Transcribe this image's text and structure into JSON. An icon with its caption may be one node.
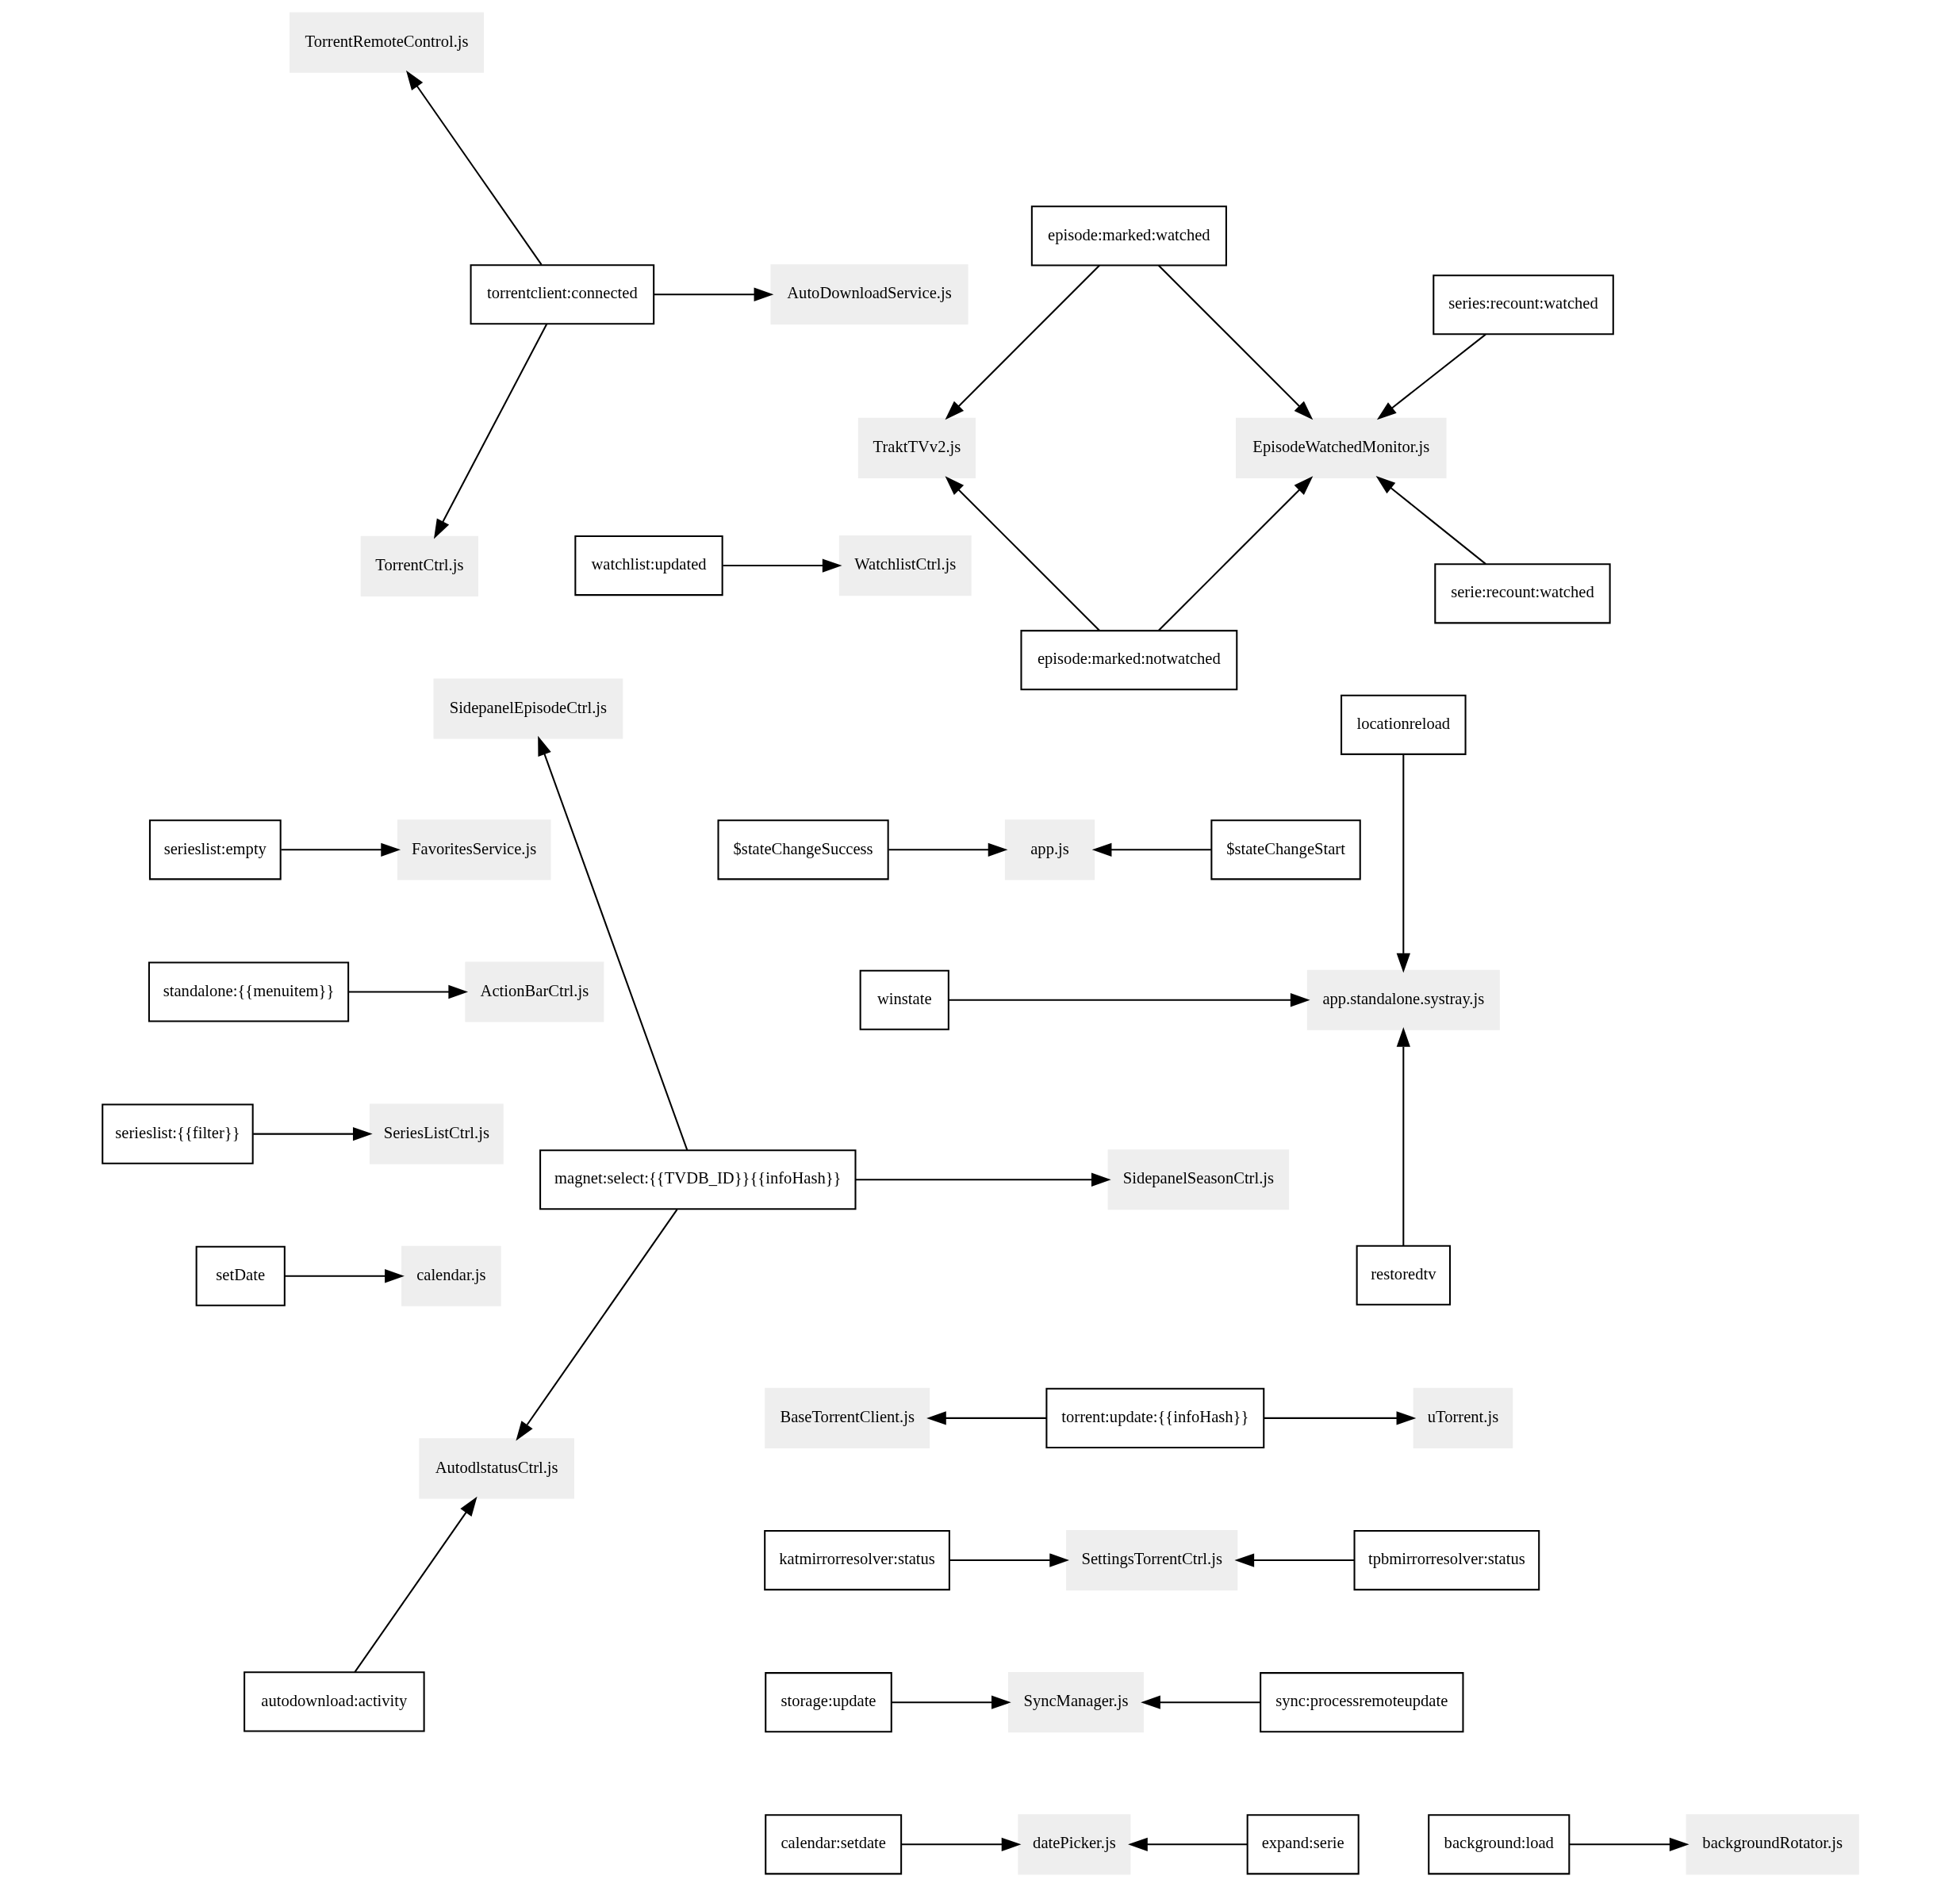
{
  "diagram": {
    "nodes": [
      {
        "text": [
          "magnet:select:{{TVDB_ID}}{{infoHash}}"
        ]
      },
      {
        "text": [
          "autodownload:activity"
        ]
      },
      {
        "text": [
          "SidepanelSeasonCtrl.js"
        ]
      },
      {
        "text": [
          "SidepanelEpisodeCtrl.js"
        ]
      },
      {
        "text": [
          "AutodlstatusCtrl.js"
        ]
      },
      {
        "text": [
          "standalone:{{menuitem}}"
        ]
      },
      {
        "text": [
          "ActionBarCtrl.js"
        ]
      },
      {
        "text": [
          "winstate"
        ]
      },
      {
        "text": [
          "restoredtv"
        ]
      },
      {
        "text": [
          "locationreload"
        ]
      },
      {
        "text": [
          "app.standalone.systray.js"
        ]
      },
      {
        "text": [
          "background:load"
        ]
      },
      {
        "text": [
          "backgroundRotator.js"
        ]
      },
      {
        "text": [
          "episode:marked:notwatched"
        ]
      },
      {
        "text": [
          "episode:marked:watched"
        ]
      },
      {
        "text": [
          "TraktTVv2.js"
        ]
      },
      {
        "text": [
          "serie:recount:watched"
        ]
      },
      {
        "text": [
          "series:recount:watched"
        ]
      },
      {
        "text": [
          "EpisodeWatchedMonitor.js"
        ]
      },
      {
        "text": [
          "$stateChangeSuccess"
        ]
      },
      {
        "text": [
          "$stateChangeStart"
        ]
      },
      {
        "text": [
          "app.js"
        ]
      },
      {
        "text": [
          "torrentclient:connected"
        ]
      },
      {
        "text": [
          "AutoDownloadService.js"
        ]
      },
      {
        "text": [
          "TorrentRemoteControl.js"
        ]
      },
      {
        "text": [
          "TorrentCtrl.js"
        ]
      },
      {
        "text": [
          "setDate"
        ]
      },
      {
        "text": [
          "calendar.js"
        ]
      },
      {
        "text": [
          "calendar:setdate"
        ]
      },
      {
        "text": [
          "expand:serie"
        ]
      },
      {
        "text": [
          "datePicker.js"
        ]
      },
      {
        "text": [
          "watchlist:updated"
        ]
      },
      {
        "text": [
          "WatchlistCtrl.js"
        ]
      },
      {
        "text": [
          "torrent:update:{{infoHash}}"
        ]
      },
      {
        "text": [
          "uTorrent.js"
        ]
      },
      {
        "text": [
          "BaseTorrentClient.js"
        ]
      },
      {
        "text": [
          "serieslist:empty"
        ]
      },
      {
        "text": [
          "FavoritesService.js"
        ]
      },
      {
        "text": [
          "serieslist:{{filter}}"
        ]
      },
      {
        "text": [
          "SeriesListCtrl.js"
        ]
      },
      {
        "text": [
          "katmirrorresolver:status"
        ]
      },
      {
        "text": [
          "tpbmirrorresolver:status"
        ]
      },
      {
        "text": [
          "SettingsTorrentCtrl.js"
        ]
      },
      {
        "text": [
          "storage:update"
        ]
      },
      {
        "text": [
          "sync:processremoteupdate"
        ]
      },
      {
        "text": [
          "SyncManager.js"
        ]
      }
    ],
    "edges": [
      {
        "from": 0,
        "to": 2,
        "arrow": "to"
      },
      {
        "from": 0,
        "to": 3,
        "arrow": "to"
      },
      {
        "from": 0,
        "to": 4,
        "arrow": "to"
      },
      {
        "from": 1,
        "to": 4,
        "arrow": "to"
      },
      {
        "from": 5,
        "to": 6,
        "arrow": "to"
      },
      {
        "from": 7,
        "to": 10,
        "arrow": "to"
      },
      {
        "from": 8,
        "to": 10,
        "arrow": "to"
      },
      {
        "from": 9,
        "to": 10,
        "arrow": "to"
      },
      {
        "from": 11,
        "to": 12,
        "arrow": "to"
      },
      {
        "from": 13,
        "to": 15,
        "arrow": "to"
      },
      {
        "from": 13,
        "to": 18,
        "arrow": "to"
      },
      {
        "from": 14,
        "to": 15,
        "arrow": "to"
      },
      {
        "from": 14,
        "to": 18,
        "arrow": "to"
      },
      {
        "from": 16,
        "to": 18,
        "arrow": "to"
      },
      {
        "from": 17,
        "to": 18,
        "arrow": "to"
      },
      {
        "from": 19,
        "to": 21,
        "arrow": "to"
      },
      {
        "from": 20,
        "to": 21,
        "arrow": "to"
      },
      {
        "from": 22,
        "to": 23,
        "arrow": "to"
      },
      {
        "from": 22,
        "to": 24,
        "arrow": "to"
      },
      {
        "from": 22,
        "to": 25,
        "arrow": "to"
      },
      {
        "from": 26,
        "to": 27,
        "arrow": "to"
      },
      {
        "from": 28,
        "to": 30,
        "arrow": "to"
      },
      {
        "from": 29,
        "to": 30,
        "arrow": "to"
      },
      {
        "from": 31,
        "to": 32,
        "arrow": "to"
      },
      {
        "from": 33,
        "to": 34,
        "arrow": "to"
      },
      {
        "from": 33,
        "to": 35,
        "arrow": "to"
      },
      {
        "from": 36,
        "to": 37,
        "arrow": "to"
      },
      {
        "from": 38,
        "to": 39,
        "arrow": "to"
      },
      {
        "from": 40,
        "to": 42,
        "arrow": "to"
      },
      {
        "from": 41,
        "to": 42,
        "arrow": "to"
      },
      {
        "from": 43,
        "to": 45,
        "arrow": "to"
      },
      {
        "from": 44,
        "to": 45,
        "arrow": "to"
      }
    ]
  }
}
